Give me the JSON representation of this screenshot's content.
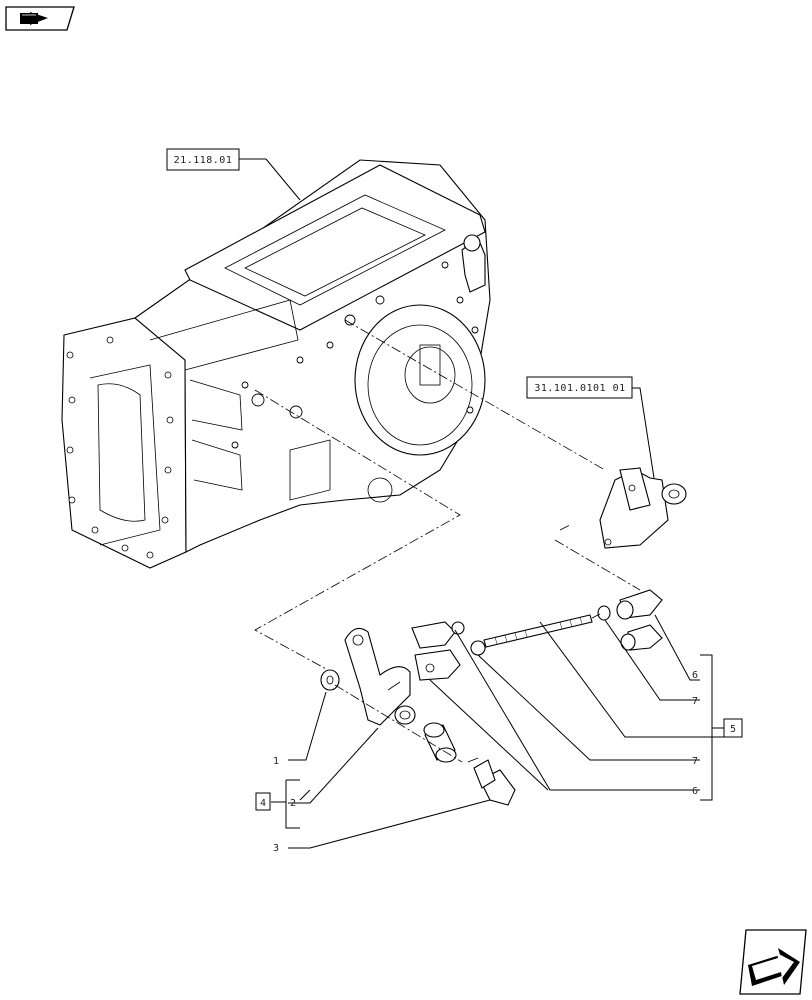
{
  "nav": {
    "top_icon": "book-arrow-icon",
    "bottom_icon": "next-page-arrow-icon"
  },
  "references": {
    "housing": "21.118.01",
    "bracket": "31.101.0101 01"
  },
  "callouts": {
    "c1": "1",
    "c2": "2",
    "c3": "3",
    "c4": "4",
    "c5": "5",
    "c6a": "6",
    "c6b": "6",
    "c7a": "7",
    "c7b": "7"
  }
}
